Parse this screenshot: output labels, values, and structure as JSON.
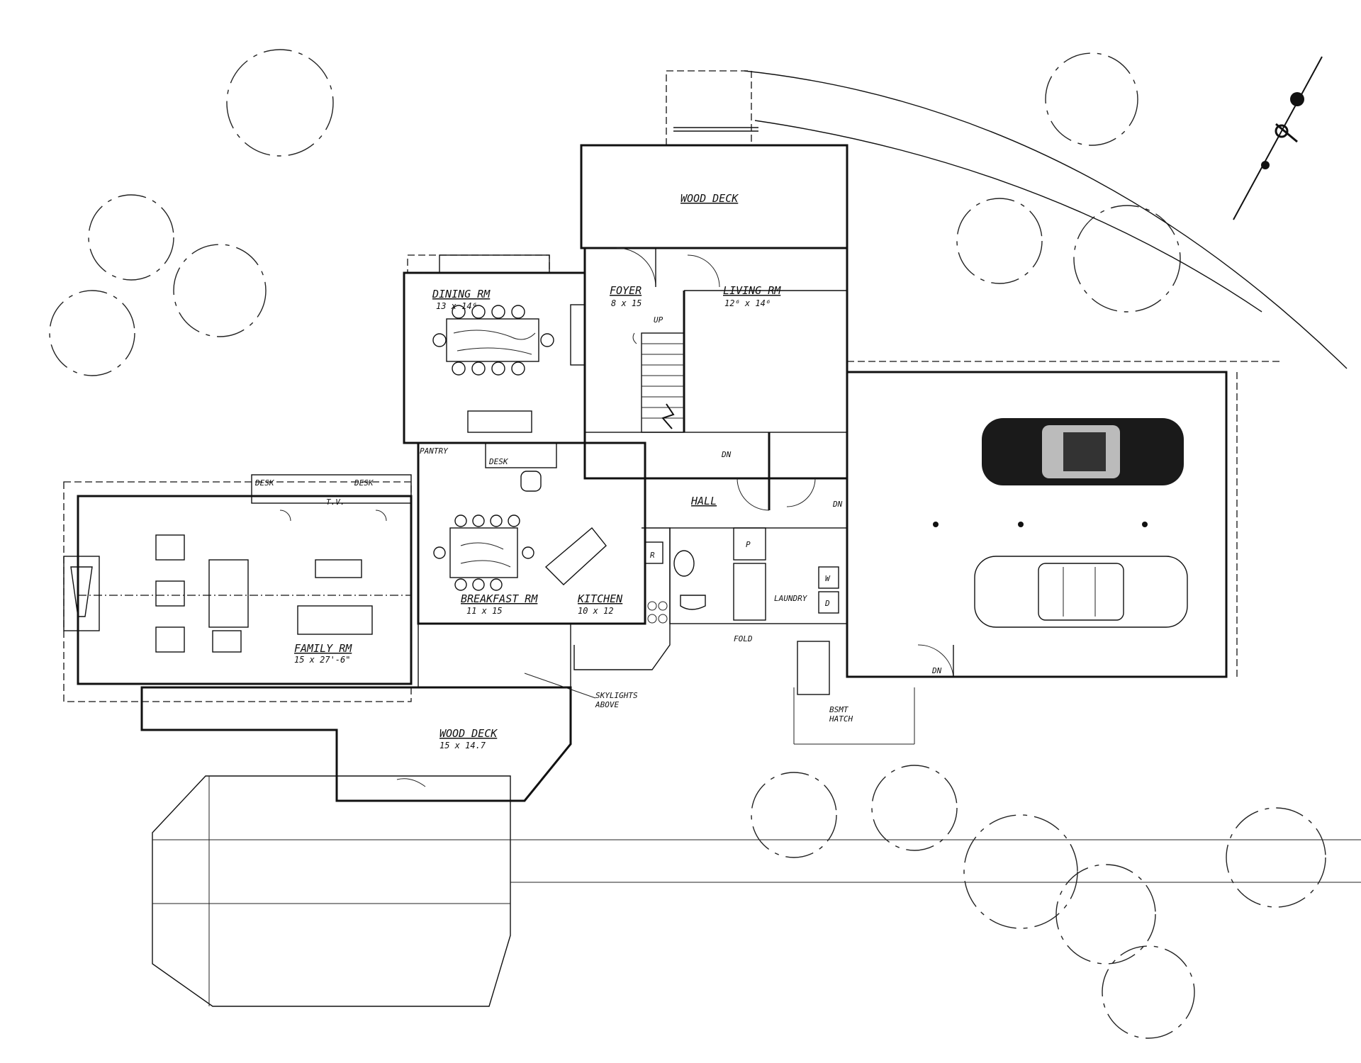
{
  "rooms": {
    "wood_deck_top": "WOOD DECK",
    "dining": {
      "name": "DINING RM",
      "dim": "13 x 14⁶"
    },
    "foyer": {
      "name": "FOYER",
      "dim": "8 x 15"
    },
    "living": {
      "name": "LIVING RM",
      "dim": "12⁶ x 14⁶"
    },
    "up": "UP",
    "dn_stair": "DN",
    "pantry": "PANTRY",
    "desk_kitchen": "DESK",
    "desk_left": "DESK",
    "desk_right": "DESK",
    "tv": "T.V.",
    "hall": "HALL",
    "dn_hall": "DN",
    "breakfast": {
      "name": "BREAKFAST RM",
      "dim": "11 x 15"
    },
    "kitchen": {
      "name": "KITCHEN",
      "dim": "10 x 12"
    },
    "laundry": "LAUNDRY",
    "fold": "FOLD",
    "family": {
      "name": "FAMILY RM",
      "dim": "15 x 27'-6\""
    },
    "skylights": "SKYLIGHTS",
    "above": "ABOVE",
    "wood_deck_bottom": {
      "name": "WOOD DECK",
      "dim": "15 x 14.7"
    },
    "bsmt": "BSMT",
    "hatch": "HATCH",
    "dn_garage": "DN",
    "fridge": "R",
    "pantry_p": "P",
    "washer": "W",
    "dryer": "D"
  },
  "icons": [
    "north-arrow-icon",
    "car-icon",
    "tree-icon",
    "fireplace-icon"
  ]
}
